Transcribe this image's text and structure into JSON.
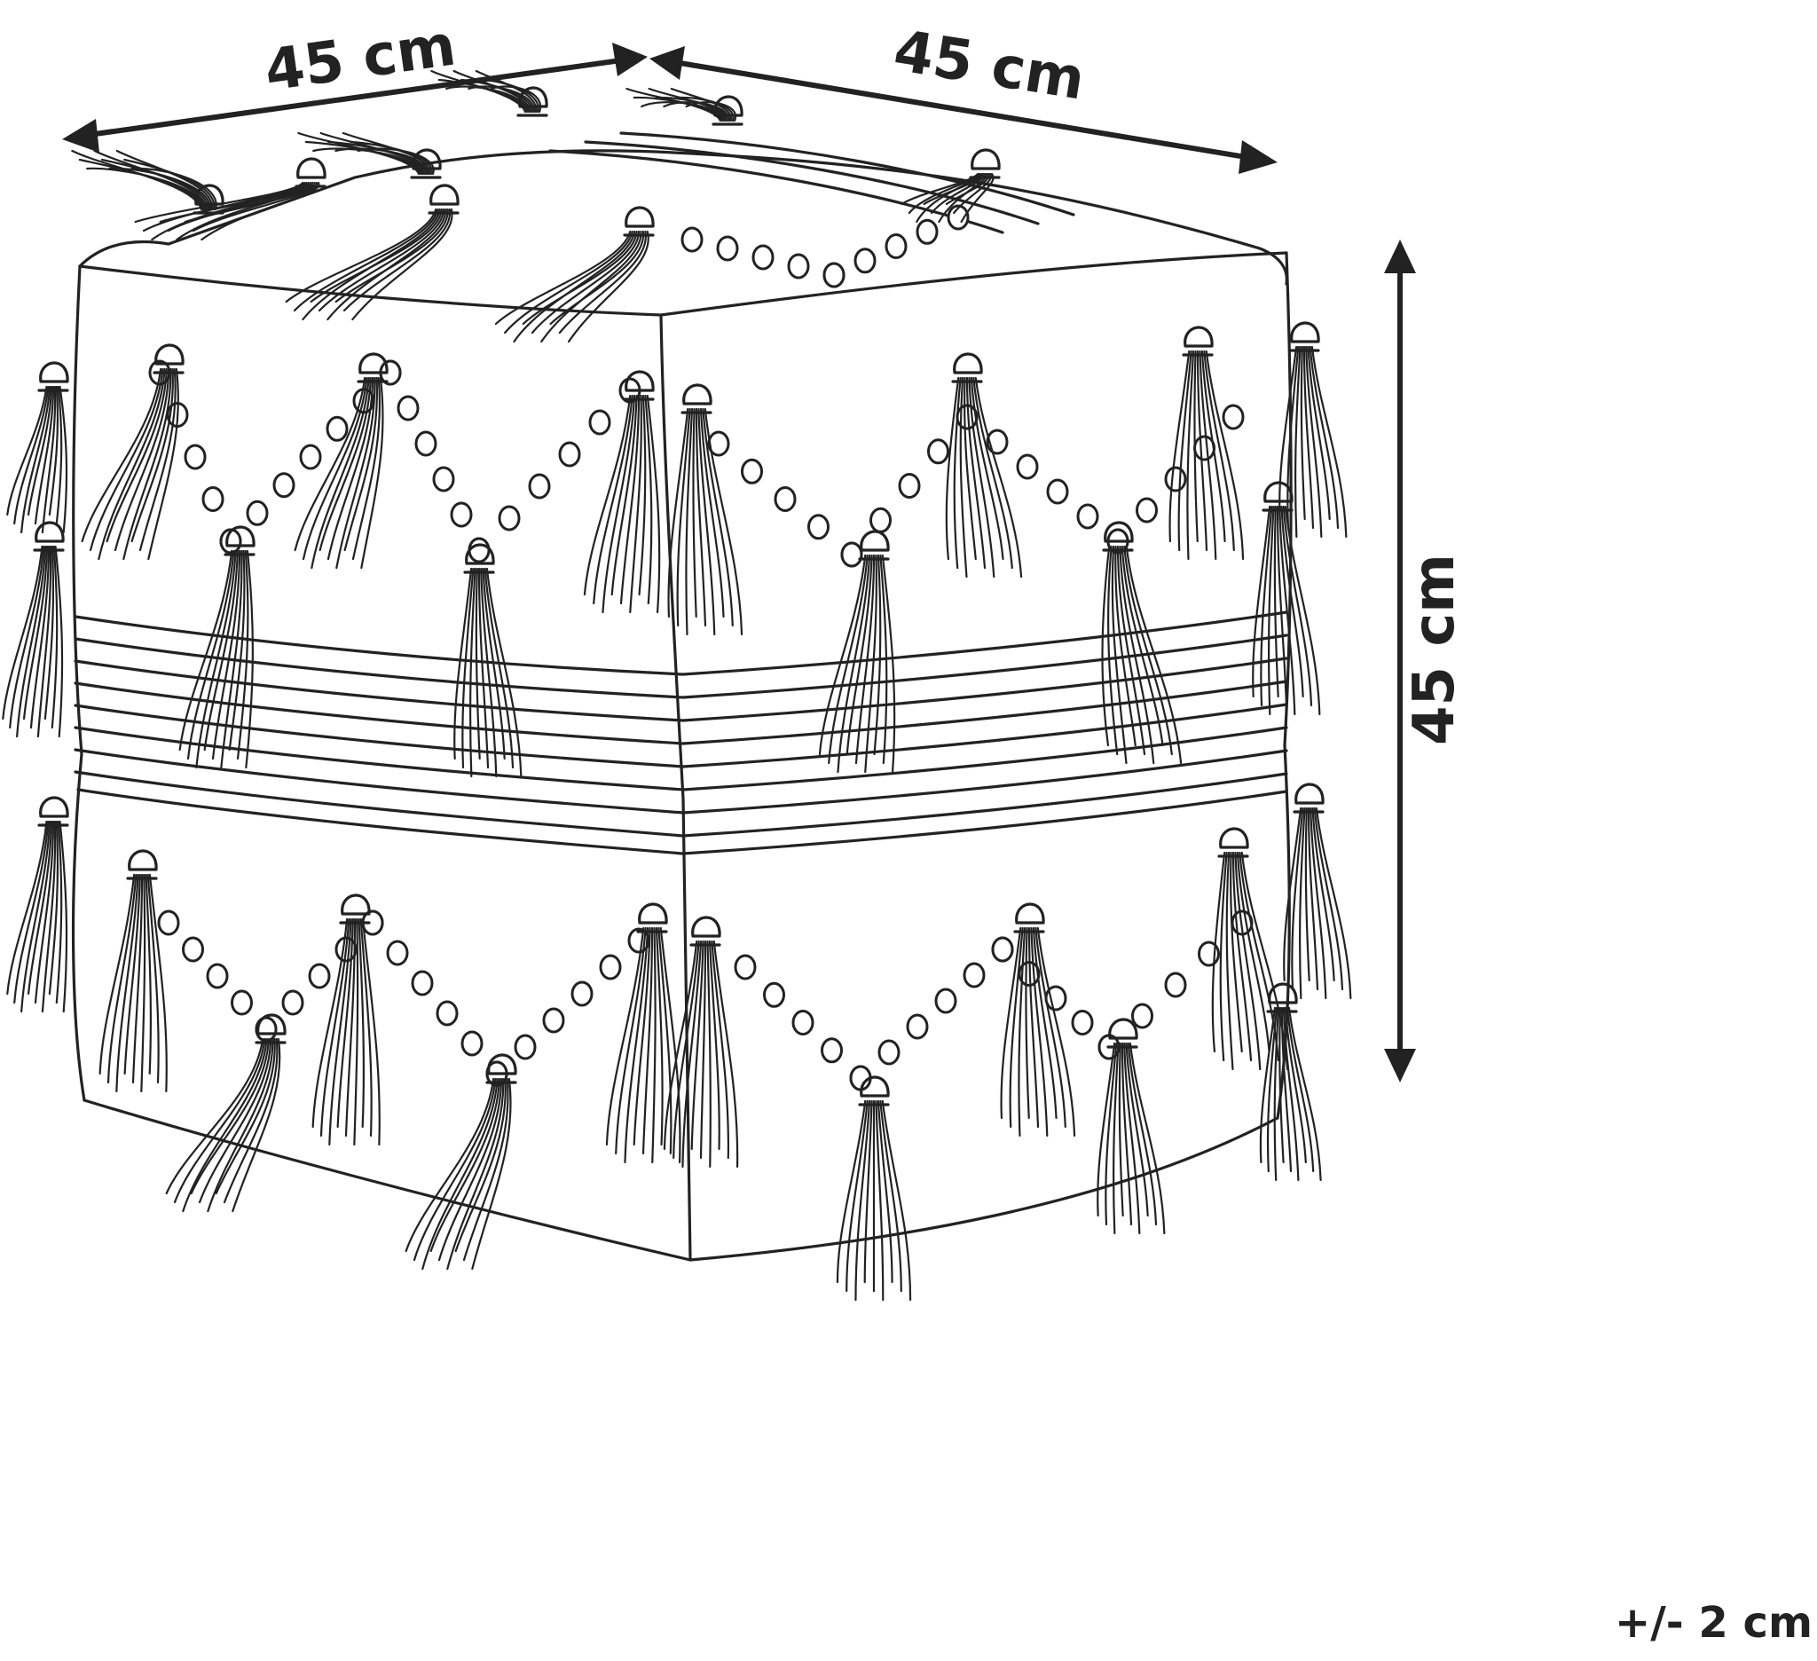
{
  "dimensions": {
    "width_label": "45 cm",
    "depth_label": "45 cm",
    "height_label": "45 cm",
    "tolerance_label": "+/- 2 cm"
  },
  "colors": {
    "line": "#222222",
    "background": "#ffffff"
  },
  "object": {
    "icon": "tasseled-pouf-drawing"
  }
}
